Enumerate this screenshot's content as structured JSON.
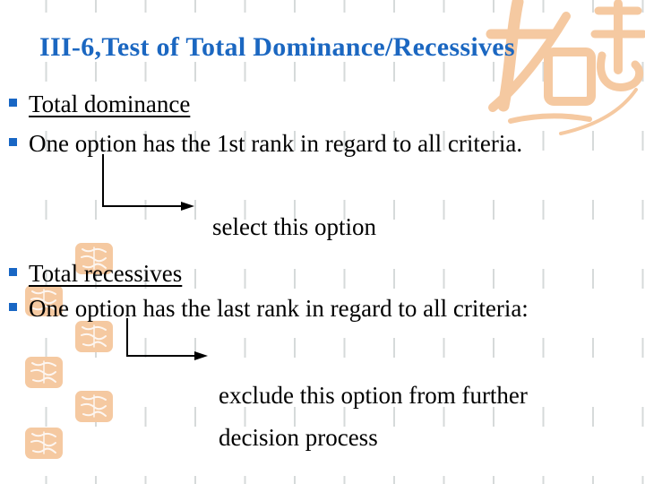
{
  "slide": {
    "title": "III-6,Test of Total Dominance/Recessives",
    "bullet_items": [
      {
        "label": "Total dominance",
        "underlined": true
      },
      {
        "label": "One option has the 1st rank in regard to all criteria.",
        "underlined": false
      },
      {
        "label": "Total recessives",
        "underlined": true
      },
      {
        "label": "One option has the last rank in regard to all criteria:",
        "underlined": false
      }
    ],
    "callouts": {
      "select": "select this option",
      "exclude_line1": "exclude this option from further",
      "exclude_line2": "decision process"
    }
  },
  "colors": {
    "title_blue": "#1b67c1",
    "bullet_blue": "#1866c4",
    "body_text": "#000000",
    "grid_dash": "#d6dada",
    "seal_peach": "#f5c9a1"
  },
  "icons": {
    "bullet": "square-bullet-icon",
    "arrow": "elbow-arrow-icon",
    "stamp": "seal-stamp-icon",
    "calligraphy": "calligraphy-art"
  }
}
